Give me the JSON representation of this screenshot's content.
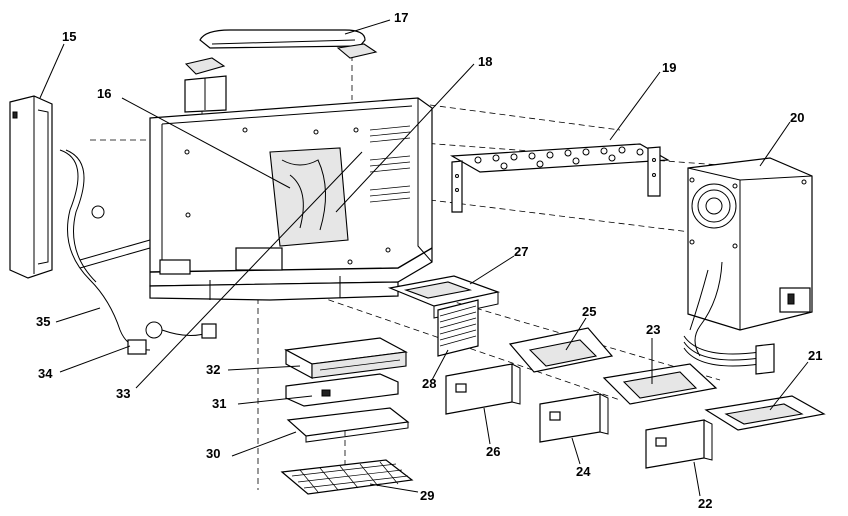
{
  "callouts": [
    {
      "id": "15",
      "label": "15"
    },
    {
      "id": "16",
      "label": "16"
    },
    {
      "id": "17",
      "label": "17"
    },
    {
      "id": "18",
      "label": "18"
    },
    {
      "id": "19",
      "label": "19"
    },
    {
      "id": "20",
      "label": "20"
    },
    {
      "id": "21",
      "label": "21"
    },
    {
      "id": "22",
      "label": "22"
    },
    {
      "id": "23",
      "label": "23"
    },
    {
      "id": "24",
      "label": "24"
    },
    {
      "id": "25",
      "label": "25"
    },
    {
      "id": "26",
      "label": "26"
    },
    {
      "id": "27",
      "label": "27"
    },
    {
      "id": "28",
      "label": "28"
    },
    {
      "id": "29",
      "label": "29"
    },
    {
      "id": "30",
      "label": "30"
    },
    {
      "id": "31",
      "label": "31"
    },
    {
      "id": "32",
      "label": "32"
    },
    {
      "id": "33",
      "label": "33"
    },
    {
      "id": "34",
      "label": "34"
    },
    {
      "id": "35",
      "label": "35"
    }
  ]
}
